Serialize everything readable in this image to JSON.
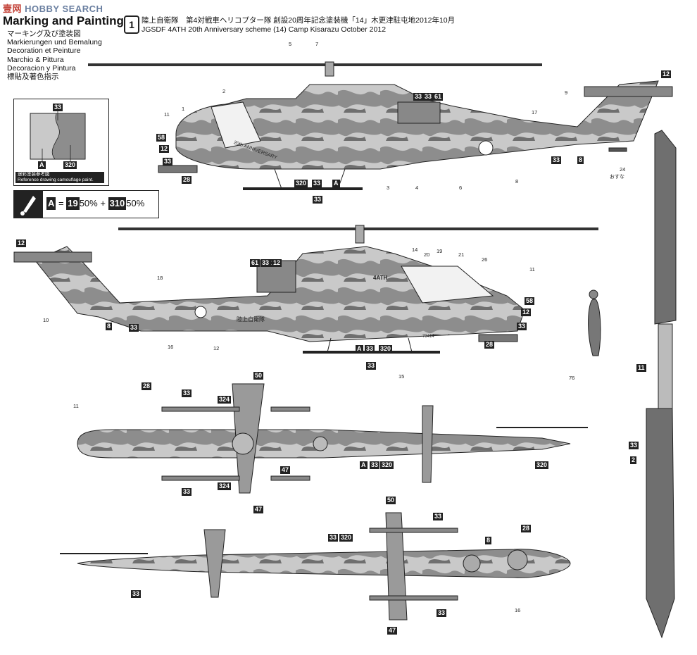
{
  "watermark": {
    "text": "HOBBY SEARCH",
    "mark": "壹网"
  },
  "header": {
    "title": "Marking and Painting",
    "languages": [
      "マーキング及び塗装図",
      "Markierungen und Bemalung",
      "Decoration et Peinture",
      "Marchio & Pittura",
      "Decoracion y Pintura",
      "標貼及著色指示"
    ]
  },
  "scheme": {
    "number": "1",
    "title_jp": "陸上自衛隊　第4対戦車ヘリコプター隊 創設20周年記念塗装機「14」木更津駐屯地2012年10月",
    "title_en": "JGSDF 4ATH 20th Anniversary scheme (14) Camp Kisarazu October 2012"
  },
  "legend": {
    "top_code": "33",
    "left_code": "A",
    "right_code": "320",
    "note_jp": "迷彩塗装参考図",
    "note_en": "Reference drawing camouflage paint."
  },
  "mix": {
    "code": "A",
    "equals": "=",
    "c1": "19",
    "p1": "50%",
    "plus": "+",
    "c2": "310",
    "p2": "50%"
  },
  "figure_labels": {
    "rotor_note": "おすな"
  },
  "callouts": [
    {
      "id": "c1",
      "t": "1"
    },
    {
      "id": "c2",
      "t": "2"
    },
    {
      "id": "c3",
      "t": "3"
    },
    {
      "id": "c4",
      "t": "4"
    },
    {
      "id": "c5",
      "t": "5"
    },
    {
      "id": "c6",
      "t": "6"
    },
    {
      "id": "c7",
      "t": "7"
    },
    {
      "id": "c8",
      "t": "8"
    },
    {
      "id": "c9",
      "t": "9"
    },
    {
      "id": "c10",
      "t": "10"
    },
    {
      "id": "c11a",
      "t": "11"
    },
    {
      "id": "c11b",
      "t": "11"
    },
    {
      "id": "c11c",
      "t": "11"
    },
    {
      "id": "c12",
      "t": "12"
    },
    {
      "id": "c14",
      "t": "14"
    },
    {
      "id": "c15",
      "t": "15"
    },
    {
      "id": "c16a",
      "t": "16"
    },
    {
      "id": "c16b",
      "t": "16"
    },
    {
      "id": "c17",
      "t": "17"
    },
    {
      "id": "c18",
      "t": "18"
    },
    {
      "id": "c19",
      "t": "19"
    },
    {
      "id": "c20",
      "t": "20"
    },
    {
      "id": "c21",
      "t": "21"
    },
    {
      "id": "c24",
      "t": "24"
    },
    {
      "id": "c26",
      "t": "26"
    },
    {
      "id": "c76",
      "t": "76"
    }
  ],
  "tags": [
    {
      "id": "t1",
      "t": "33"
    },
    {
      "id": "t2",
      "t": "12"
    },
    {
      "id": "t3",
      "t": "33"
    },
    {
      "id": "t4",
      "t": "61"
    },
    {
      "id": "t5",
      "t": "58"
    },
    {
      "id": "t6",
      "t": "12"
    },
    {
      "id": "t7",
      "t": "33"
    },
    {
      "id": "t8",
      "t": "28"
    },
    {
      "id": "t9",
      "t": "320"
    },
    {
      "id": "t10",
      "t": "33"
    },
    {
      "id": "t11",
      "t": "A"
    },
    {
      "id": "t12",
      "t": "33"
    },
    {
      "id": "t13",
      "t": "33"
    },
    {
      "id": "t14",
      "t": "8"
    },
    {
      "id": "t15",
      "t": "12"
    },
    {
      "id": "t16",
      "t": "61"
    },
    {
      "id": "t17",
      "t": "33"
    },
    {
      "id": "t18",
      "t": "12"
    },
    {
      "id": "t19",
      "t": "8"
    },
    {
      "id": "t20",
      "t": "33"
    },
    {
      "id": "t21",
      "t": "58"
    },
    {
      "id": "t22",
      "t": "12"
    },
    {
      "id": "t23",
      "t": "33"
    },
    {
      "id": "t24",
      "t": "28"
    },
    {
      "id": "t25",
      "t": "A"
    },
    {
      "id": "t26",
      "t": "33"
    },
    {
      "id": "t27",
      "t": "320"
    },
    {
      "id": "t28",
      "t": "33"
    },
    {
      "id": "t29",
      "t": "28"
    },
    {
      "id": "t30",
      "t": "33"
    },
    {
      "id": "t31",
      "t": "50"
    },
    {
      "id": "t32",
      "t": "324"
    },
    {
      "id": "t33",
      "t": "47"
    },
    {
      "id": "t34",
      "t": "324"
    },
    {
      "id": "t35",
      "t": "33"
    },
    {
      "id": "t36",
      "t": "47"
    },
    {
      "id": "t37",
      "t": "A"
    },
    {
      "id": "t38",
      "t": "33"
    },
    {
      "id": "t39",
      "t": "320"
    },
    {
      "id": "t40",
      "t": "320"
    },
    {
      "id": "t41",
      "t": "50"
    },
    {
      "id": "t42",
      "t": "33"
    },
    {
      "id": "t43",
      "t": "33"
    },
    {
      "id": "t44",
      "t": "320"
    },
    {
      "id": "t45",
      "t": "8"
    },
    {
      "id": "t46",
      "t": "28"
    },
    {
      "id": "t47",
      "t": "33"
    },
    {
      "id": "t48",
      "t": "33"
    },
    {
      "id": "t49",
      "t": "47"
    },
    {
      "id": "t50",
      "t": "11"
    },
    {
      "id": "t51",
      "t": "33"
    },
    {
      "id": "t52",
      "t": "2"
    },
    {
      "id": "t53",
      "t": "12"
    }
  ],
  "markings": {
    "jgsdf": "陸上自衛隊",
    "serial": "73414",
    "unit": "4ATH",
    "anniversary": "20th ANNIVERSARY"
  },
  "colors": {
    "ink": "#222222",
    "camo_light": "#c9c9c9",
    "camo_mid": "#9a9a9a",
    "camo_dark": "#6f6f6f"
  }
}
